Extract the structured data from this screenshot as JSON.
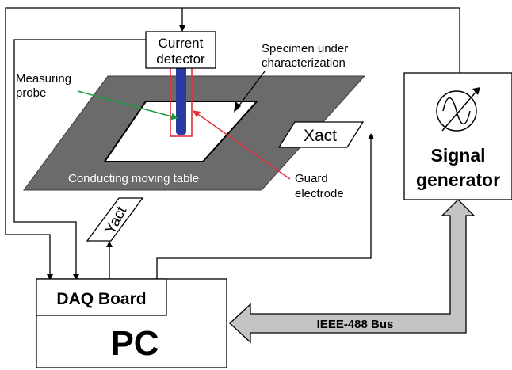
{
  "labels": {
    "current_detector_line1": "Current",
    "current_detector_line2": "detector",
    "specimen_line1": "Specimen under",
    "specimen_line2": "characterization",
    "measuring_probe_line1": "Measuring",
    "measuring_probe_line2": "probe",
    "table": "Conducting moving table",
    "guard_line1": "Guard",
    "guard_line2": "electrode",
    "xact": "Xact",
    "yact": "Yact",
    "signal_generator_line1": "Signal",
    "signal_generator_line2": "generator",
    "daq_board": "DAQ Board",
    "pc": "PC",
    "bus": "IEEE-488 Bus"
  },
  "colors": {
    "table": "#6b6b6b",
    "probe": "#2b3aa0",
    "guard": "#e0303a",
    "probe_arrow": "#1a9a3a",
    "bus": "#c4c4c4"
  },
  "icons": {
    "signal_generator": "sine-wave-variable-icon"
  }
}
